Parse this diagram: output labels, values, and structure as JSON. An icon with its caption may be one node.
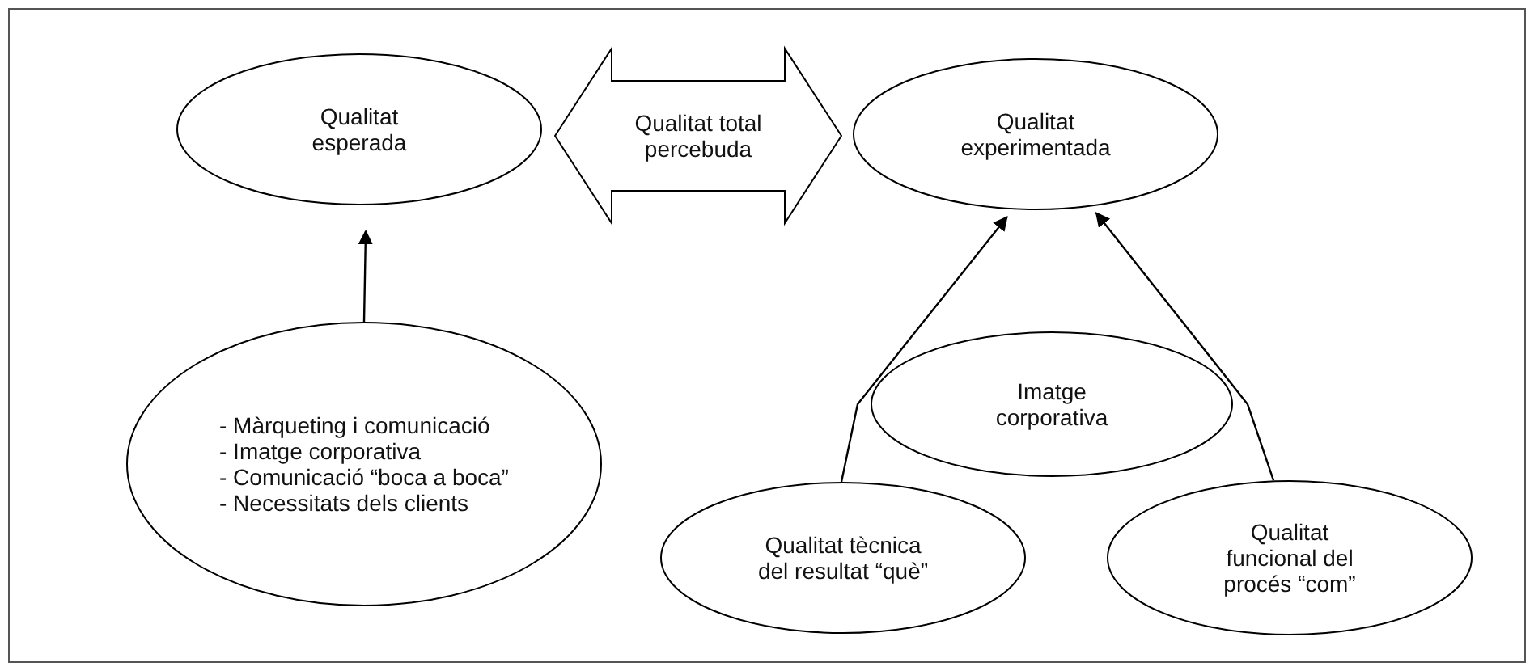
{
  "diagram": {
    "nodes": [
      {
        "text": [
          "Qualitat esperada"
        ]
      },
      {
        "text": [
          "Qualitat total percebuda"
        ]
      },
      {
        "text": [
          "Qualitat experimentada"
        ]
      },
      {
        "text": [
          "- Màrqueting i comunicació",
          "- Imatge corporativa",
          "- Comunicació “boca a boca”",
          "- Necessitats dels clients"
        ]
      },
      {
        "text": [
          "Imatge corporativa"
        ]
      },
      {
        "text": [
          "Qualitat tècnica del resultat “què”"
        ]
      },
      {
        "text": [
          "Qualitat funcional del procés “com”"
        ]
      }
    ],
    "edges": [
      {
        "from": 3,
        "to": 0,
        "arrow": "to"
      },
      {
        "from": 5,
        "to": 2,
        "arrow": "to"
      },
      {
        "from": 6,
        "to": 2,
        "arrow": "to"
      }
    ]
  }
}
